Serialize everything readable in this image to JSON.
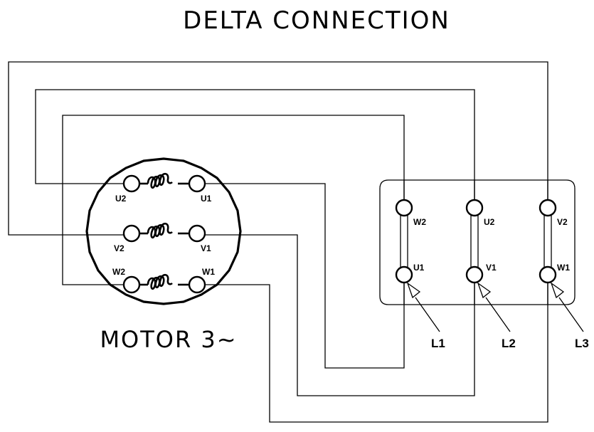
{
  "title": "DELTA CONNECTION",
  "motor_label": "MOTOR 3~",
  "motor_terminals": {
    "u2": "U2",
    "u1": "U1",
    "v2": "V2",
    "v1": "V1",
    "w2": "W2",
    "w1": "W1"
  },
  "terminal_box": {
    "col1": {
      "top": "W2",
      "bottom": "U1"
    },
    "col2": {
      "top": "U2",
      "bottom": "V1"
    },
    "col3": {
      "top": "V2",
      "bottom": "W1"
    }
  },
  "lines": {
    "l1": "L1",
    "l2": "L2",
    "l3": "L3"
  }
}
